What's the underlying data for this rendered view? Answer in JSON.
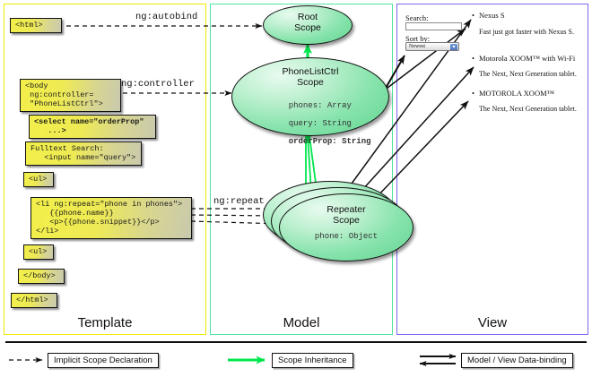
{
  "panels": {
    "template": {
      "label": "Template",
      "border_color": "#f2e800"
    },
    "model": {
      "label": "Model",
      "border_color": "#4fe3a0"
    },
    "view": {
      "label": "View",
      "border_color": "#7b68ee"
    }
  },
  "template_boxes": [
    {
      "name": "html-open",
      "text": "<html>"
    },
    {
      "name": "body-open",
      "text": "<body\n ng:controller=\n \"PhoneListCtrl\">"
    },
    {
      "name": "select-tag",
      "text": "<select name=\"orderProp\"\n   ...>"
    },
    {
      "name": "search-input",
      "text": "Fulltext Search:\n   <input name=\"query\">"
    },
    {
      "name": "ul-open",
      "text": "<ul>"
    },
    {
      "name": "li-repeat",
      "text": "<li ng:repeat=\"phone in phones\">\n   {{phone.name}}\n   <p>{{phone.snippet}}</p>\n</li>"
    },
    {
      "name": "ul-close",
      "text": "<ul>"
    },
    {
      "name": "body-close",
      "text": "</body>"
    },
    {
      "name": "html-close",
      "text": "</html>"
    }
  ],
  "wire_labels": {
    "autobind": "ng:autobind",
    "controller": "ng:controller",
    "repeat": "ng:repeat"
  },
  "scopes": [
    {
      "name": "root-scope",
      "title_line1": "Root",
      "title_line2": "Scope",
      "props": ""
    },
    {
      "name": "phonelistctrl-scope",
      "title_line1": "PhoneListCtrl",
      "title_line2": "Scope",
      "props_lines": [
        "phones: Array",
        "query: String",
        "orderProp: String"
      ]
    },
    {
      "name": "repeater-scope",
      "title_line1": "Repeater",
      "title_line2": "Scope",
      "props_lines": [
        "phone: Object"
      ]
    }
  ],
  "view": {
    "search_label": "Search:",
    "search_value": "",
    "sort_label": "Sort by:",
    "sort_value": "Newest",
    "phones": [
      {
        "name": "Nexus S",
        "snippet": "Fast just got faster with Nexus S."
      },
      {
        "name": "Motorola XOOM™  with Wi-Fi",
        "snippet": "The Next, Next Generation tablet."
      },
      {
        "name": "MOTOROLA XOOM™",
        "snippet": "The Next, Next Generation tablet."
      }
    ]
  },
  "legend": [
    {
      "name": "implicit-scope-declaration",
      "label": "Implicit Scope Declaration",
      "style": "dashed-black"
    },
    {
      "name": "scope-inheritance",
      "label": "Scope Inheritance",
      "style": "solid-green"
    },
    {
      "name": "model-view-databinding",
      "label": "Model / View Data-binding",
      "style": "double-black"
    }
  ],
  "colors": {
    "template_border": "#f2e800",
    "model_border": "#4fe3a0",
    "view_border": "#7b68ee",
    "inheritance_arrow": "#00e64d",
    "box_fill_start": "#f2ef4a",
    "ellipse_fill": "#86e3ab"
  }
}
